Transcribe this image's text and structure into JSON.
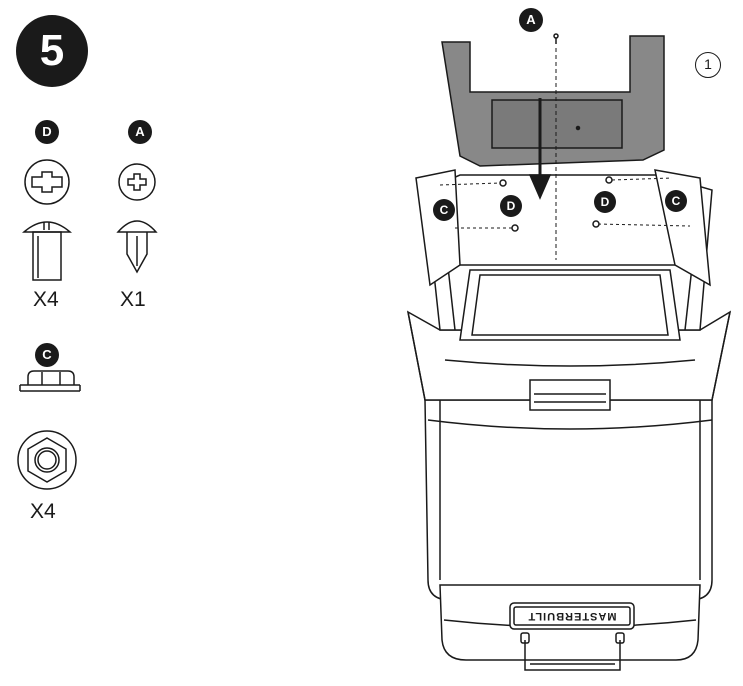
{
  "step": {
    "number": "5"
  },
  "parts": [
    {
      "letter": "D",
      "quantity": "X4",
      "icon": "phillips-screw-icon"
    },
    {
      "letter": "A",
      "quantity": "X1",
      "icon": "push-pin-rivet-icon"
    },
    {
      "letter": "C",
      "quantity": "X4",
      "icon": "hex-nut-icon"
    }
  ],
  "diagram": {
    "callout": "1",
    "top_label": "A",
    "side_labels": [
      "C",
      "D",
      "D",
      "C"
    ],
    "brand_text": "MASTERBUILT"
  }
}
